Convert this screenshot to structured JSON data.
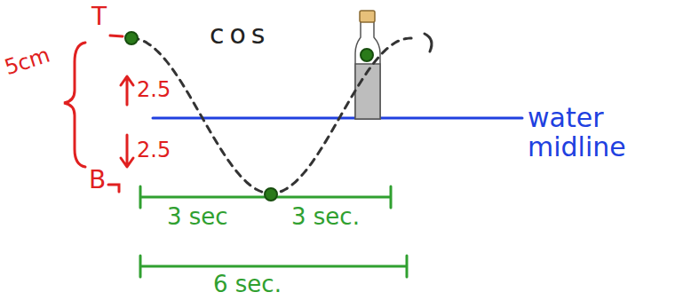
{
  "diagram": {
    "labels": [
      "T",
      "5cm",
      "2.5",
      "2.5",
      "B",
      "cos",
      "water midline",
      "3 sec",
      "3 sec.",
      "6 sec."
    ]
  }
}
